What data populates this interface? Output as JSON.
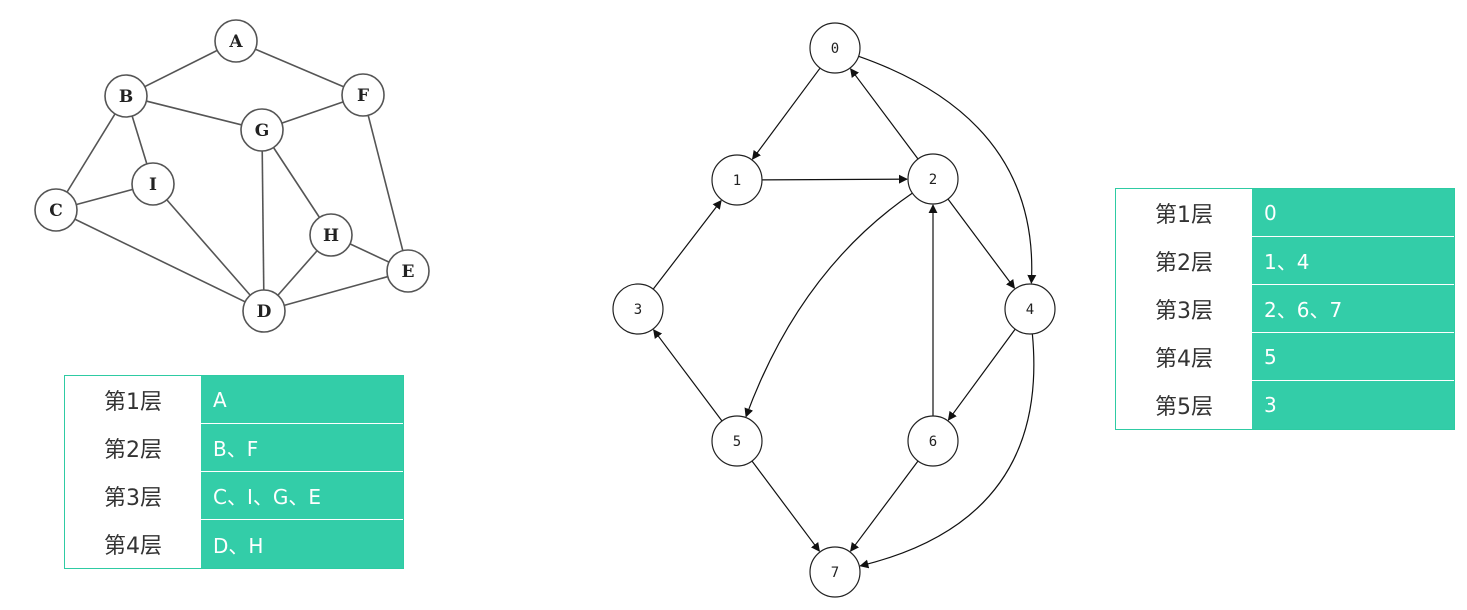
{
  "undirected_graph": {
    "nodes": [
      {
        "id": "A",
        "label": "A"
      },
      {
        "id": "B",
        "label": "B"
      },
      {
        "id": "F",
        "label": "F"
      },
      {
        "id": "G",
        "label": "G"
      },
      {
        "id": "C",
        "label": "C"
      },
      {
        "id": "I",
        "label": "I"
      },
      {
        "id": "H",
        "label": "H"
      },
      {
        "id": "E",
        "label": "E"
      },
      {
        "id": "D",
        "label": "D"
      }
    ],
    "edges": [
      [
        "A",
        "B"
      ],
      [
        "A",
        "F"
      ],
      [
        "B",
        "G"
      ],
      [
        "G",
        "F"
      ],
      [
        "B",
        "C"
      ],
      [
        "B",
        "I"
      ],
      [
        "C",
        "I"
      ],
      [
        "C",
        "D"
      ],
      [
        "I",
        "D"
      ],
      [
        "G",
        "D"
      ],
      [
        "G",
        "H"
      ],
      [
        "H",
        "D"
      ],
      [
        "H",
        "E"
      ],
      [
        "F",
        "E"
      ],
      [
        "D",
        "E"
      ]
    ]
  },
  "undirected_levels": [
    {
      "label": "第1层",
      "value": "A"
    },
    {
      "label": "第2层",
      "value": "B、F"
    },
    {
      "label": "第3层",
      "value": "C、I、G、E"
    },
    {
      "label": "第4层",
      "value": "D、H"
    }
  ],
  "directed_graph": {
    "nodes": [
      {
        "id": "0",
        "label": "0"
      },
      {
        "id": "1",
        "label": "1"
      },
      {
        "id": "2",
        "label": "2"
      },
      {
        "id": "3",
        "label": "3"
      },
      {
        "id": "4",
        "label": "4"
      },
      {
        "id": "5",
        "label": "5"
      },
      {
        "id": "6",
        "label": "6"
      },
      {
        "id": "7",
        "label": "7"
      }
    ],
    "edges": [
      [
        "0",
        "1"
      ],
      [
        "1",
        "2"
      ],
      [
        "2",
        "0"
      ],
      [
        "0",
        "4"
      ],
      [
        "2",
        "4"
      ],
      [
        "2",
        "5"
      ],
      [
        "3",
        "1"
      ],
      [
        "5",
        "3"
      ],
      [
        "5",
        "7"
      ],
      [
        "4",
        "6"
      ],
      [
        "6",
        "2"
      ],
      [
        "6",
        "7"
      ],
      [
        "4",
        "7"
      ]
    ]
  },
  "directed_levels": [
    {
      "label": "第1层",
      "value": "0"
    },
    {
      "label": "第2层",
      "value": "1、4"
    },
    {
      "label": "第3层",
      "value": "2、6、7"
    },
    {
      "label": "第4层",
      "value": "5"
    },
    {
      "label": "第5层",
      "value": "3"
    }
  ],
  "colors": {
    "accent": "#33cda8",
    "border": "#2ecba3",
    "node_stroke": "#555555"
  }
}
